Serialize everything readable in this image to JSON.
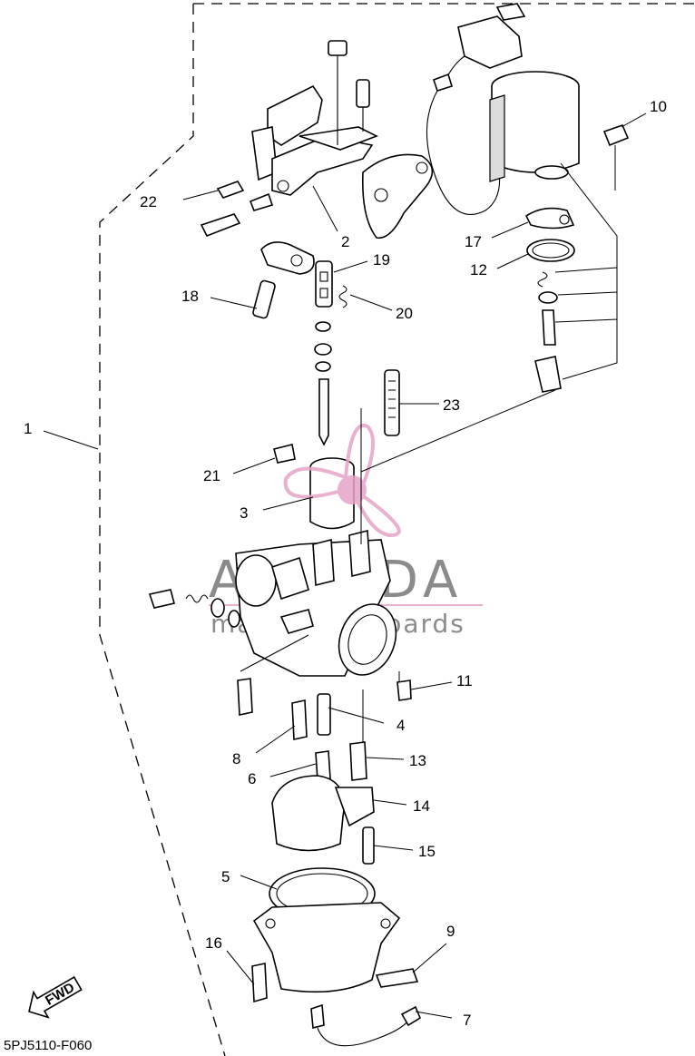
{
  "diagram": {
    "code": "5PJ5110-F060",
    "fwd_label": "FWD",
    "watermark": {
      "brand": "ARMADA",
      "tagline": "marine outboards",
      "accent": "#e6a3c8"
    },
    "callouts": [
      "1",
      "2",
      "3",
      "4",
      "5",
      "6",
      "7",
      "8",
      "9",
      "10",
      "11",
      "12",
      "13",
      "14",
      "15",
      "16",
      "17",
      "18",
      "19",
      "20",
      "21",
      "22",
      "23"
    ]
  }
}
